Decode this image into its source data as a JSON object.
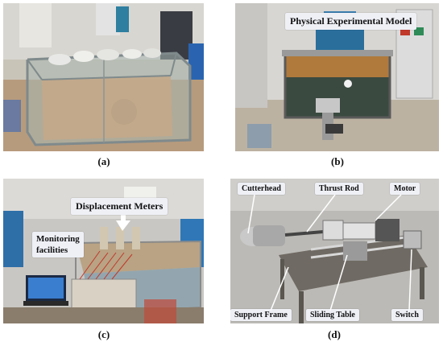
{
  "panels": [
    {
      "caption": "(a)",
      "labels": []
    },
    {
      "caption": "(b)",
      "labels": [
        "Physical Experimental Model"
      ]
    },
    {
      "caption": "(c)",
      "labels": [
        "Displacement Meters",
        "Monitoring",
        "facilities"
      ]
    },
    {
      "caption": "(d)",
      "labels": [
        "Cutterhead",
        "Thrust Rod",
        "Motor",
        "Support Frame",
        "Sliding Table",
        "Switch"
      ]
    }
  ]
}
